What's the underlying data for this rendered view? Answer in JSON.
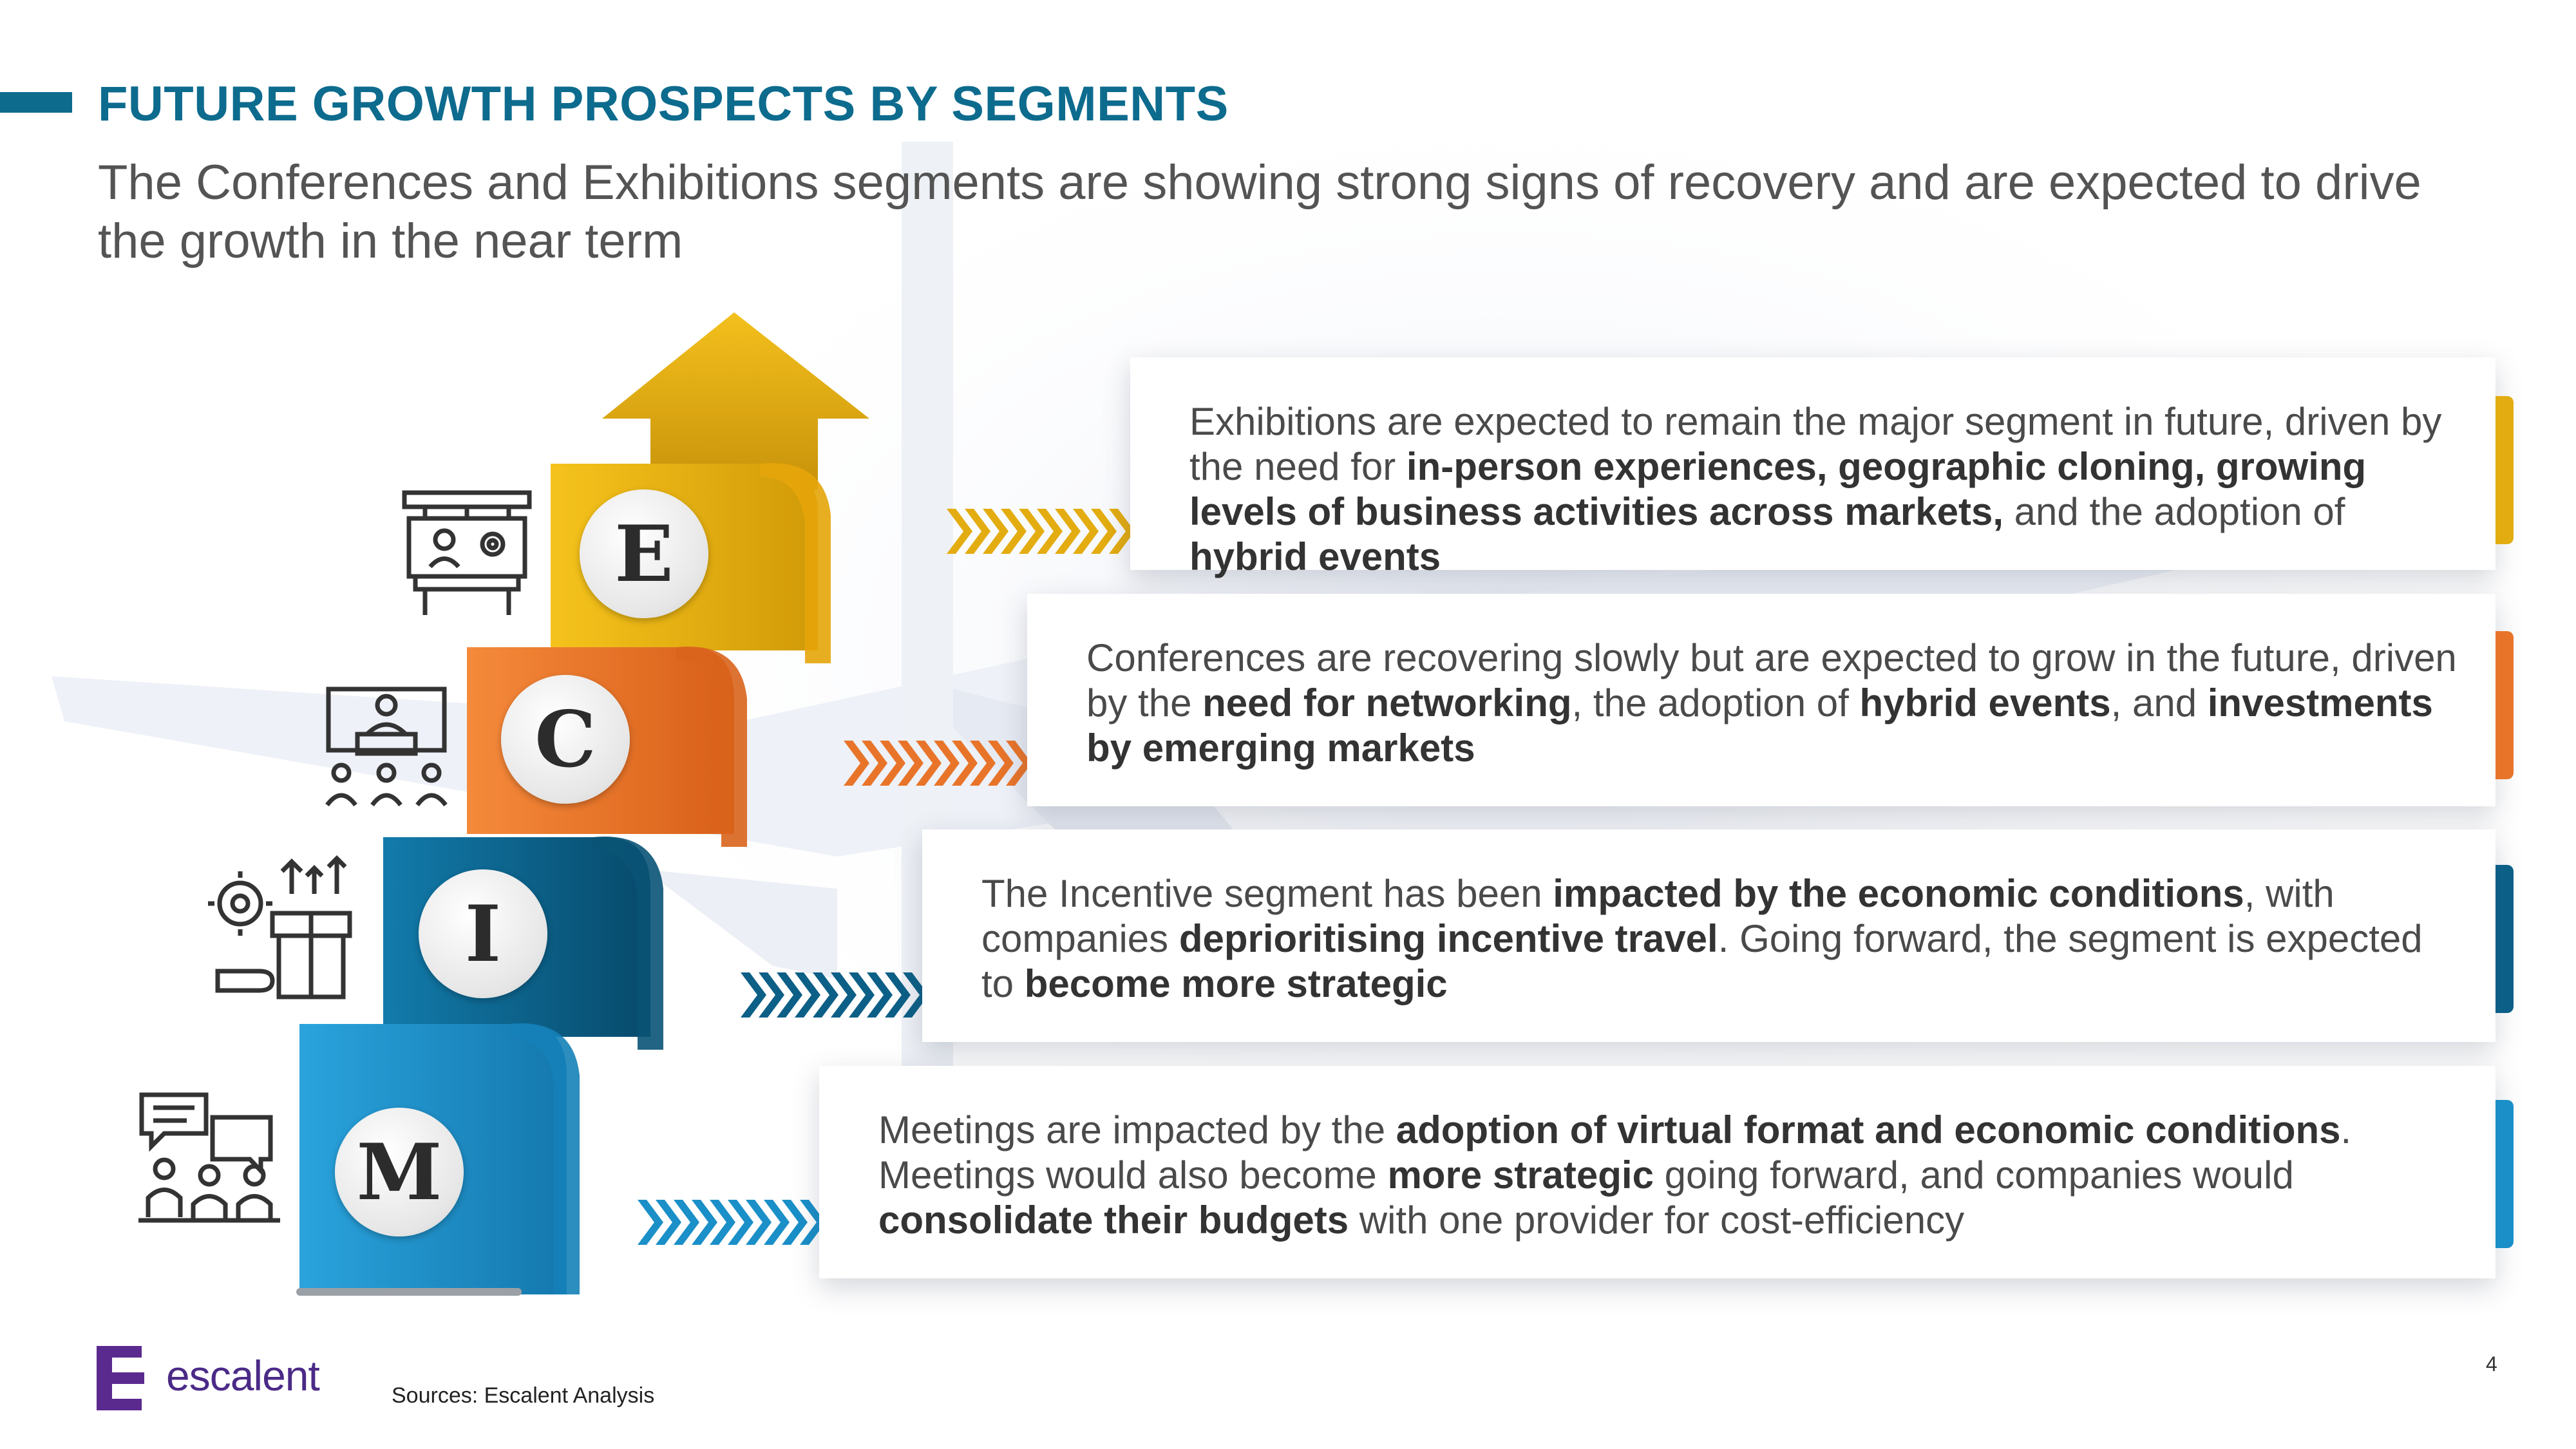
{
  "header": {
    "title": "FUTURE GROWTH PROSPECTS BY SEGMENTS",
    "subtitle": "The Conferences and Exhibitions segments are showing strong signs of recovery and are expected to drive the growth in the near term"
  },
  "segments": [
    {
      "letter": "E",
      "icon": "exhibition-booth-icon",
      "color": "#e3ac10",
      "text": [
        {
          "t": "Exhibitions are expected to remain the major segment in future, driven by the need for ",
          "b": false
        },
        {
          "t": "in-person experiences, geographic cloning, growing levels of business activities across markets,",
          "b": true
        },
        {
          "t": " and the adoption of ",
          "b": false
        },
        {
          "t": "hybrid events",
          "b": true
        }
      ]
    },
    {
      "letter": "C",
      "icon": "conference-presentation-icon",
      "color": "#e8742a",
      "text": [
        {
          "t": "Conferences are recovering slowly but are expected to grow in the future, driven by the ",
          "b": false
        },
        {
          "t": "need for networking",
          "b": true
        },
        {
          "t": ", the adoption of ",
          "b": false
        },
        {
          "t": "hybrid events",
          "b": true
        },
        {
          "t": ", and ",
          "b": false
        },
        {
          "t": "investments by emerging markets",
          "b": true
        }
      ]
    },
    {
      "letter": "I",
      "icon": "incentive-gift-icon",
      "color": "#0c5f86",
      "text": [
        {
          "t": "The Incentive segment has been ",
          "b": false
        },
        {
          "t": "impacted by the economic conditions",
          "b": true
        },
        {
          "t": ", with companies ",
          "b": false
        },
        {
          "t": "deprioritising incentive travel",
          "b": true
        },
        {
          "t": ". Going forward, the segment is expected to ",
          "b": false
        },
        {
          "t": "become more strategic",
          "b": true
        }
      ]
    },
    {
      "letter": "M",
      "icon": "meeting-chat-icon",
      "color": "#1a8fc8",
      "text": [
        {
          "t": "Meetings are impacted by the ",
          "b": false
        },
        {
          "t": "adoption of virtual format and economic conditions",
          "b": true
        },
        {
          "t": ". Meetings would also become ",
          "b": false
        },
        {
          "t": "more strategic",
          "b": true
        },
        {
          "t": " going forward, and companies would ",
          "b": false
        },
        {
          "t": "consolidate their budgets",
          "b": true
        },
        {
          "t": " with one provider for cost-efficiency",
          "b": false
        }
      ]
    }
  ],
  "footer": {
    "logo": "escalent",
    "sources": "Sources: Escalent Analysis",
    "page_number": "4"
  }
}
